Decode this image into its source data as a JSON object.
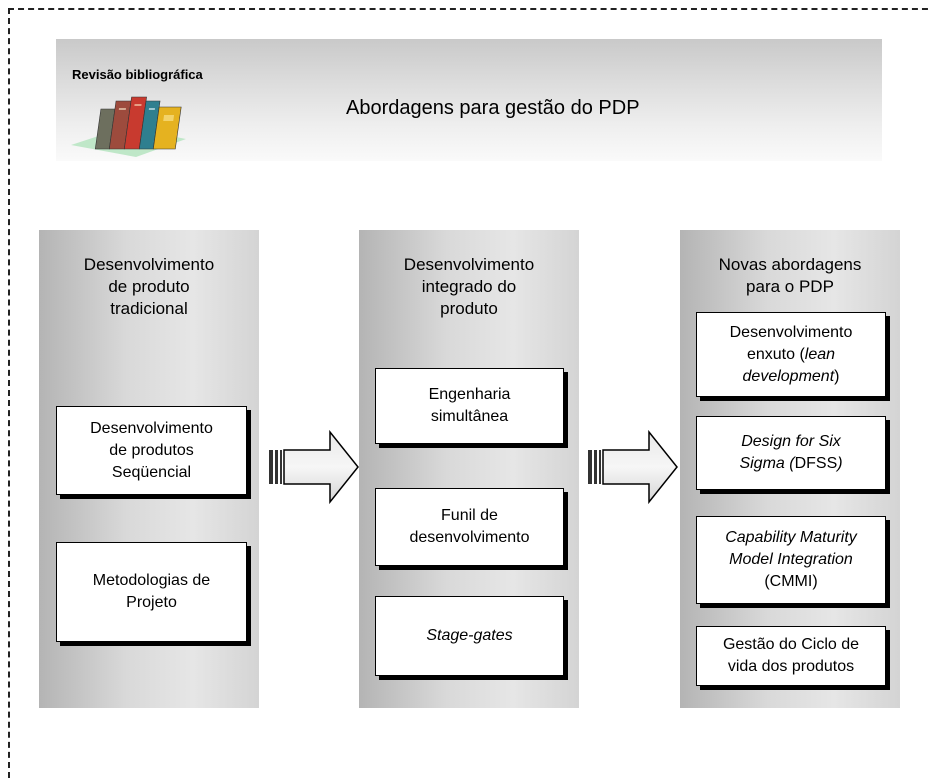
{
  "header": {
    "label": "Revisão bibliográfica",
    "title": "Abordagens para gestão do PDP",
    "icon": "books-icon"
  },
  "columns": [
    {
      "title_lines": [
        "Desenvolvimento",
        "de produto",
        "tradicional"
      ],
      "boxes": [
        {
          "lines": [
            "Desenvolvimento",
            "de produtos",
            "Seqüencial"
          ]
        },
        {
          "lines": [
            "Metodologias de",
            "Projeto"
          ]
        }
      ]
    },
    {
      "title_lines": [
        "Desenvolvimento",
        "integrado do",
        "produto"
      ],
      "boxes": [
        {
          "lines": [
            "Engenharia",
            "simultânea"
          ]
        },
        {
          "lines": [
            "Funil de",
            "desenvolvimento"
          ]
        },
        {
          "lines": [
            "Stage-gates"
          ]
        }
      ]
    },
    {
      "title_lines": [
        "Novas abordagens",
        "para o PDP"
      ],
      "boxes": [
        {
          "line1": "Desenvolvimento",
          "line2_plain": "enxuto (",
          "line2_italic": "lean",
          "line3_italic": "development",
          "line3_plain": ")"
        },
        {
          "line1_italic": "Design for Six",
          "line2_italic": "Sigma (",
          "line2_plain": "DFSS",
          "line2_end": ")"
        },
        {
          "line1_italic": "Capability Maturity",
          "line2_italic": "Model Integration",
          "line3_plain": "(CMMI)"
        },
        {
          "lines": [
            "Gestão do Ciclo de",
            "vida dos produtos"
          ]
        }
      ]
    }
  ]
}
